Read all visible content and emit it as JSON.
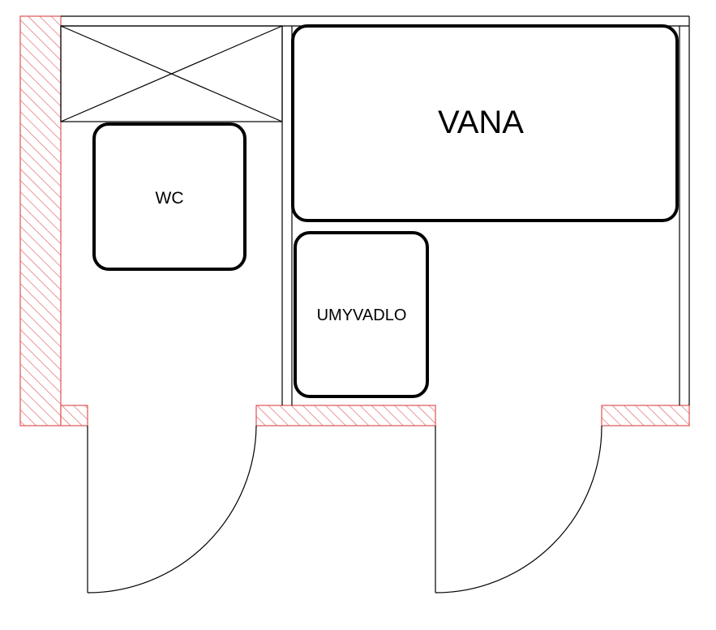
{
  "labels": {
    "wc": "WC",
    "vana": "VANA",
    "umyvadlo": "UMYVADLO"
  },
  "colors": {
    "wall_hatch": "#e06060",
    "line": "#000000",
    "background": "#ffffff"
  }
}
